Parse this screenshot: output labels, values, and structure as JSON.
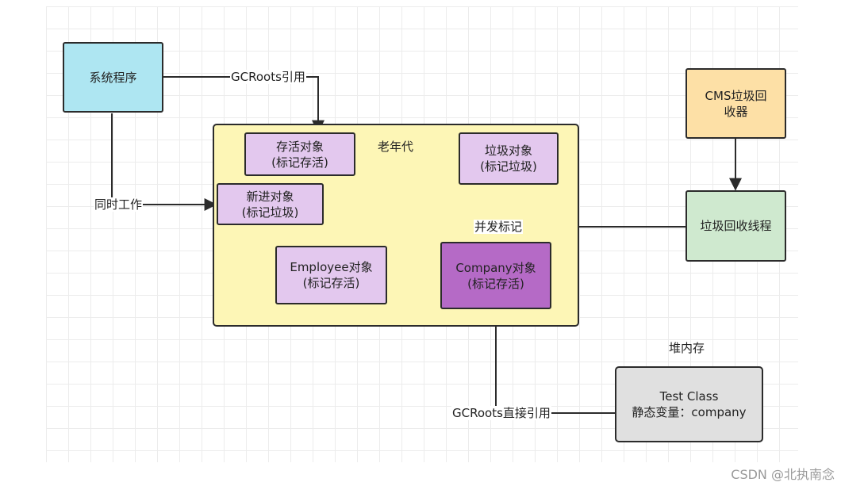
{
  "colors": {
    "system_box": "#aee6f2",
    "cms_box": "#fde0a6",
    "thread_box": "#cfe9cf",
    "old_gen": "#fdf6b6",
    "object_box": "#e3c8ee",
    "company_box": "#b56ac6",
    "class_box": "#e0e0e0",
    "stroke": "#2b2b2b"
  },
  "boxes": {
    "system_program": "系统程序",
    "cms_collector": {
      "line1": "CMS垃圾回",
      "line2": "收器"
    },
    "gc_thread": "垃圾回收线程",
    "old_generation": "老年代",
    "alive_object": {
      "line1": "存活对象",
      "line2": "(标记存活)"
    },
    "garbage_object": {
      "line1": "垃圾对象",
      "line2": "(标记垃圾)"
    },
    "new_object": {
      "line1": "新进对象",
      "line2": "(标记垃圾)"
    },
    "employee_object": {
      "line1": "Employee对象",
      "line2": "(标记存活)"
    },
    "company_object": {
      "line1": "Company对象",
      "line2": "(标记存活)"
    },
    "test_class": {
      "line1": "Test Class",
      "line2": "静态变量：company"
    }
  },
  "labels": {
    "gcroots_ref": "GCRoots引用",
    "concurrent_work": "同时工作",
    "concurrent_mark": "并发标记",
    "heap_memory": "堆内存",
    "gcroots_direct_ref": "GCRoots直接引用"
  },
  "watermark": "CSDN @北执南念"
}
